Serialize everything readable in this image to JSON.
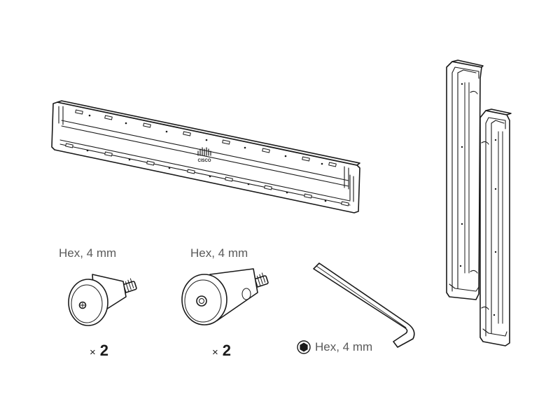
{
  "parts": {
    "spacer_short": {
      "size_label": "Hex, 4 mm",
      "qty_symbol": "×",
      "qty_value": "2"
    },
    "spacer_long": {
      "size_label": "Hex, 4 mm",
      "qty_symbol": "×",
      "qty_value": "2"
    },
    "hex_key": {
      "size_label": "Hex, 4 mm"
    },
    "wall_bracket": {
      "logo_text": "CISCO"
    }
  },
  "colors": {
    "line": "#1a1a1a",
    "fill": "#ffffff",
    "text": "#5a5a5a"
  }
}
